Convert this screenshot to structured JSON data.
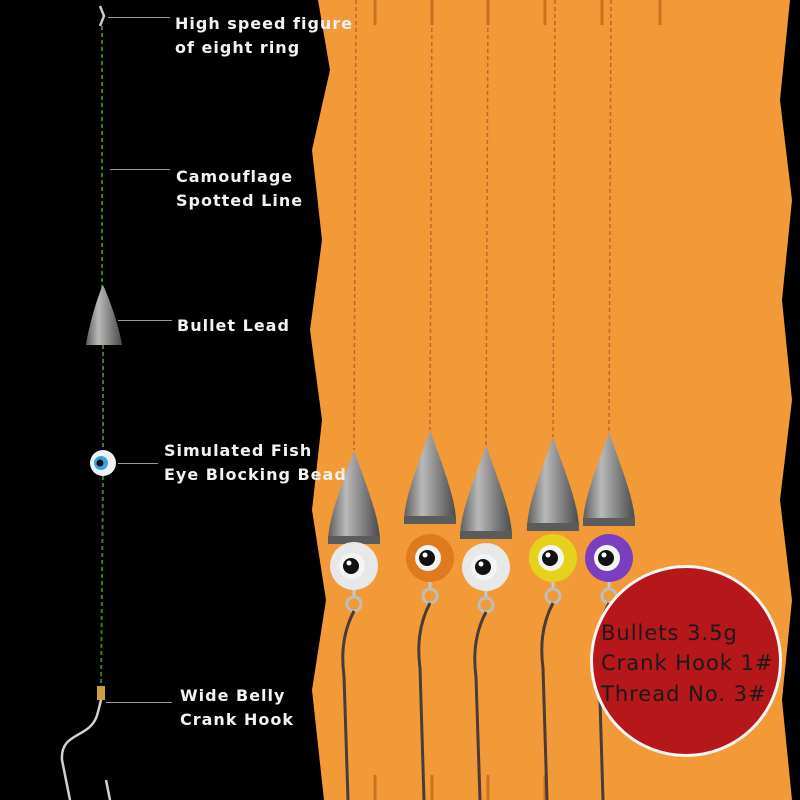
{
  "callouts": [
    {
      "id": "ring",
      "lines": [
        "High speed figure",
        "of eight ring"
      ]
    },
    {
      "id": "line",
      "lines": [
        "Camouflage",
        "Spotted Line"
      ]
    },
    {
      "id": "lead",
      "lines": [
        "Bullet Lead"
      ]
    },
    {
      "id": "bead",
      "lines": [
        "Simulated Fish",
        "Eye Blocking Bead"
      ]
    },
    {
      "id": "hook",
      "lines": [
        "Wide Belly",
        "Crank Hook"
      ]
    }
  ],
  "specs": [
    "Bullets 3.5g",
    "Crank Hook 1#",
    "Thread No. 3#"
  ],
  "colors": {
    "background": "#000000",
    "foam_card": "#f39a38",
    "badge": "#b5171b",
    "lead": "#8a8a8a",
    "bead_colors": [
      "#e8e8e8",
      "#e07a1e",
      "#e8e8e8",
      "#e6d21a",
      "#7a3fc0"
    ]
  }
}
